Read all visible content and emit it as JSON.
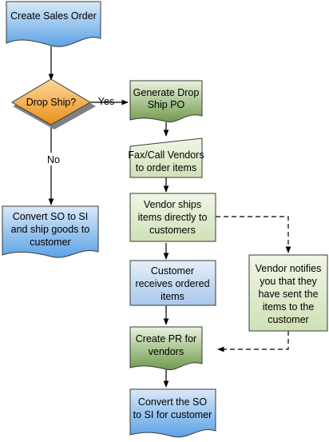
{
  "nodes": {
    "create_sales_order": {
      "lines": [
        "Create Sales Order"
      ]
    },
    "drop_ship_decision": {
      "lines": [
        "Drop Ship?"
      ]
    },
    "generate_po": {
      "lines": [
        "Generate Drop",
        "Ship PO"
      ]
    },
    "fax_call": {
      "lines": [
        "Fax/Call Vendors",
        "to order items"
      ]
    },
    "vendor_ships": {
      "lines": [
        "Vendor ships",
        "items directly to",
        "customers"
      ]
    },
    "customer_receives": {
      "lines": [
        "Customer",
        "receives ordered",
        "items"
      ]
    },
    "vendor_notifies": {
      "lines": [
        "Vendor notifies",
        "you that they",
        "have sent the",
        "items to the",
        "customer"
      ]
    },
    "create_pr": {
      "lines": [
        "Create PR for",
        "vendors"
      ]
    },
    "convert_so_si_customer": {
      "lines": [
        "Convert the SO",
        "to SI for customer"
      ]
    },
    "convert_so_si_ship": {
      "lines": [
        "Convert SO to SI",
        "and ship goods to",
        "customer"
      ]
    }
  },
  "edges": {
    "yes_label": "Yes",
    "no_label": "No"
  },
  "colors": {
    "blue_fill": "#bcd3ee",
    "blue_dark_fill": "#5aa2e6",
    "green_fill": "#e0ecd0",
    "green_dark_fill": "#7aa05a",
    "orange_fill": "#f0a530",
    "shadow": "#808080",
    "stroke": "#3a3a3a"
  }
}
